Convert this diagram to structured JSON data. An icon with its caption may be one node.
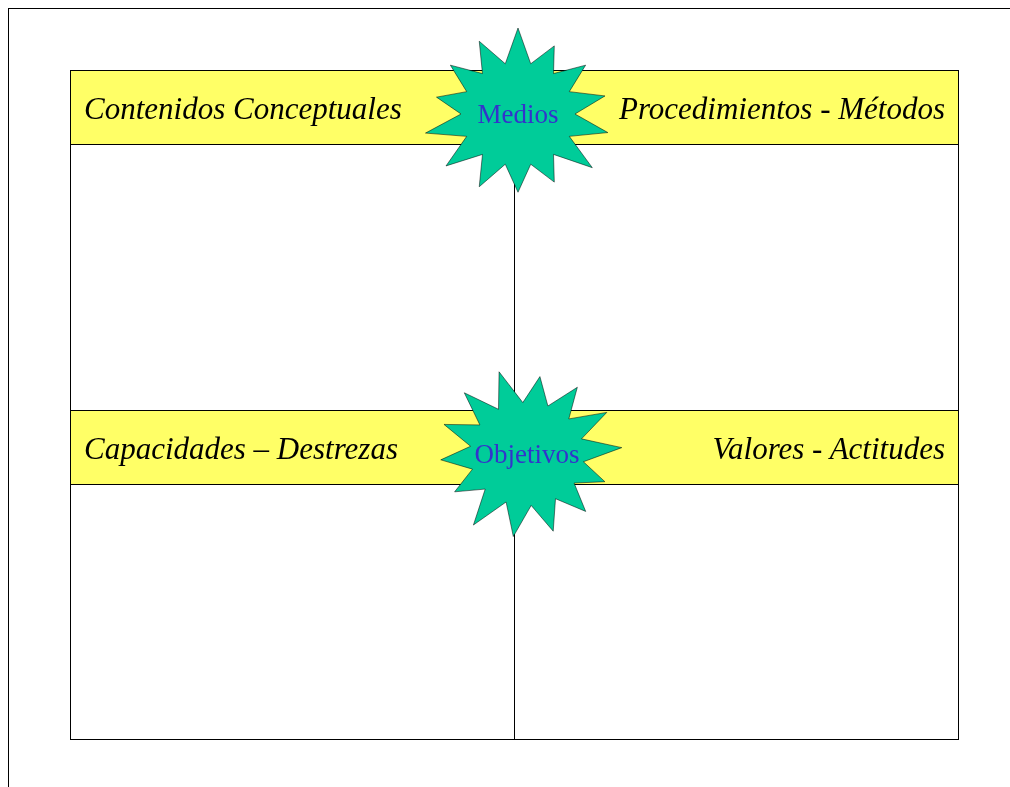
{
  "diagram": {
    "nodes": [
      {
        "text": [
          "Contenidos Conceptuales"
        ]
      },
      {
        "text": [
          "Medios"
        ]
      },
      {
        "text": [
          "Procedimientos - Métodos"
        ]
      },
      {
        "text": [
          "Capacidades – Destrezas"
        ]
      },
      {
        "text": [
          "Objetivos"
        ]
      },
      {
        "text": [
          "Valores - Actitudes"
        ]
      }
    ],
    "edges": []
  }
}
